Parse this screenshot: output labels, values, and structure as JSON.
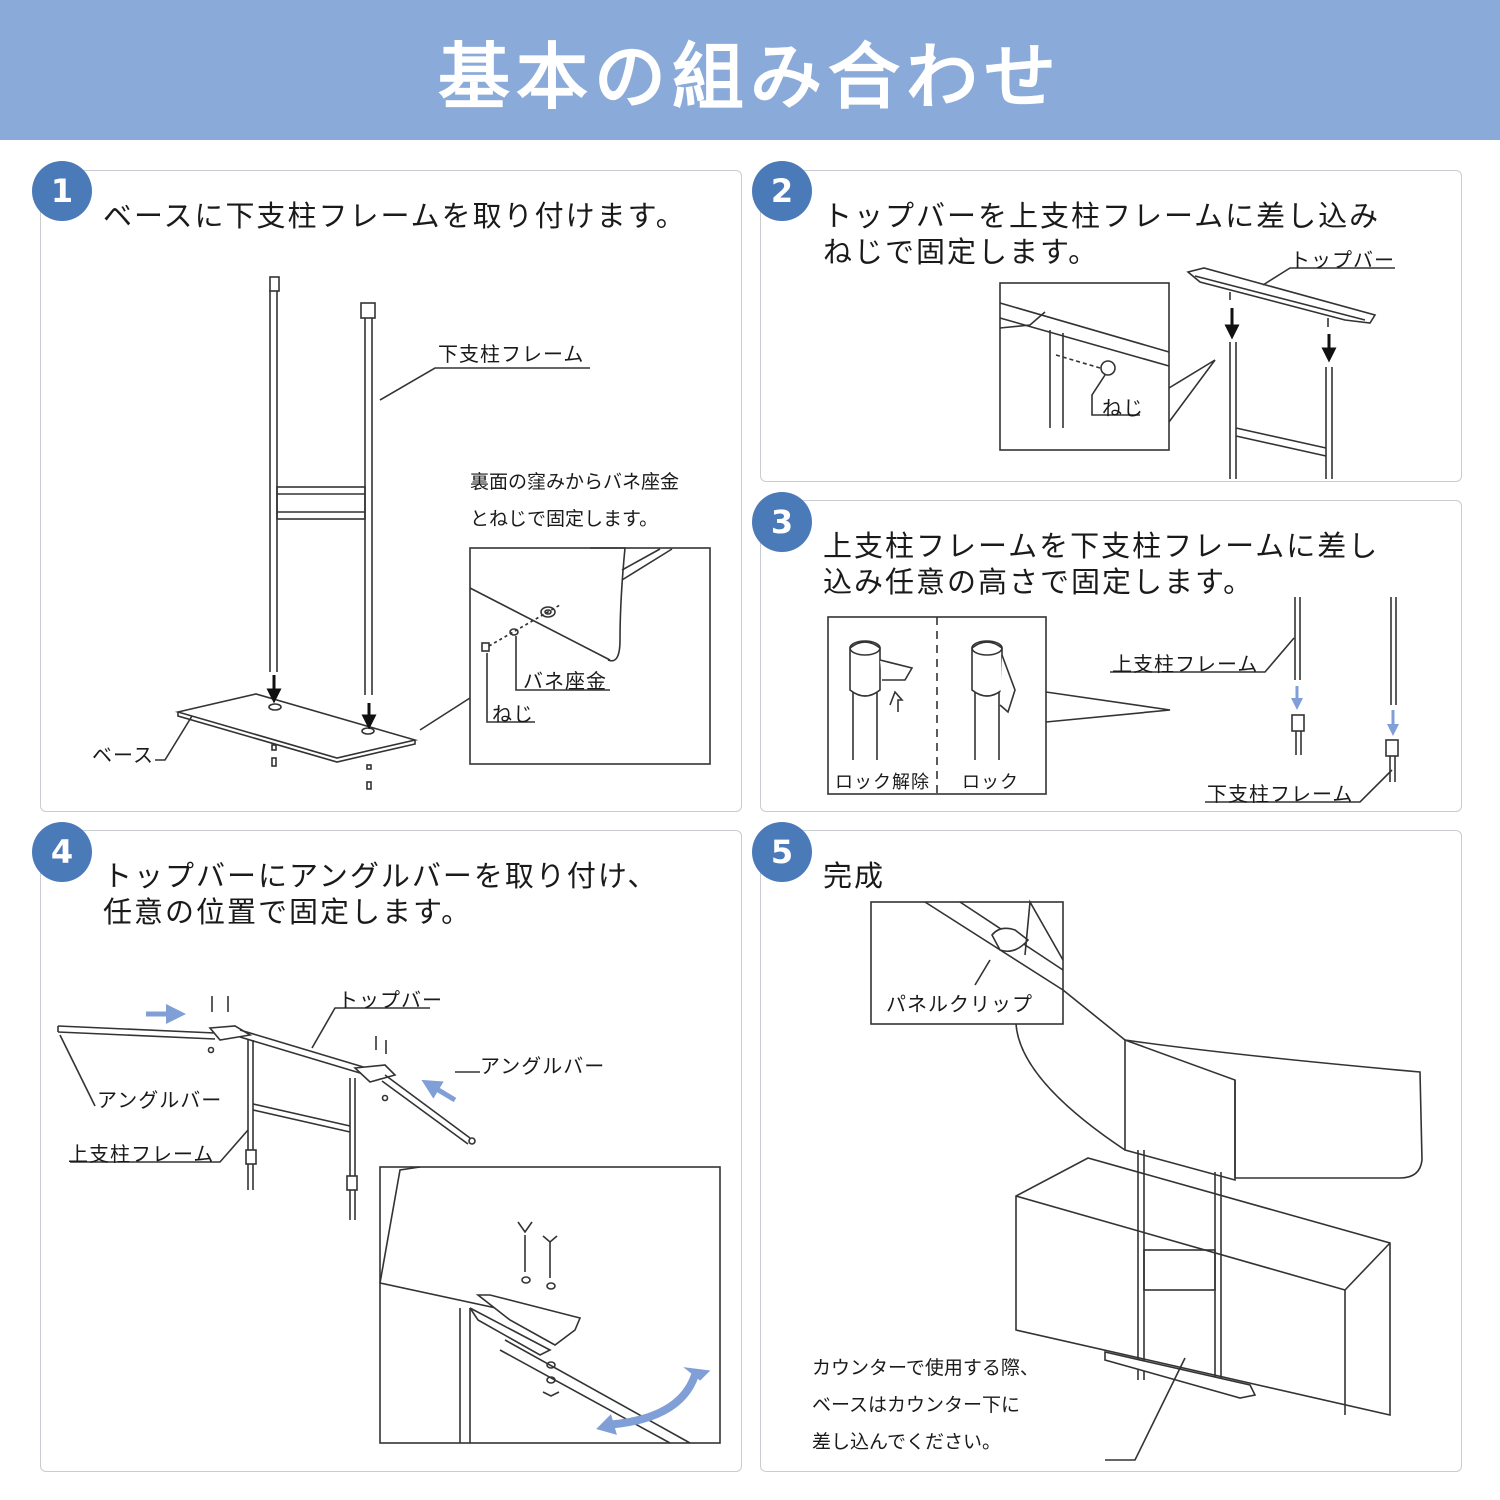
{
  "header": {
    "title": "基本の組み合わせ"
  },
  "colors": {
    "header_bg": "#8aaad9",
    "badge": "#4a7ab8",
    "arrow_blue": "#7f9fd6"
  },
  "steps": [
    {
      "number": "1",
      "title_lines": [
        "ベースに下支柱フレームを取り付けます。"
      ],
      "labels": {
        "frame": "下支柱フレーム",
        "base": "ベース",
        "washer": "バネ座金",
        "screw": "ねじ"
      },
      "note_lines": [
        "裏面の窪みからバネ座金",
        "とねじで固定します。"
      ]
    },
    {
      "number": "2",
      "title_lines": [
        "トップバーを上支柱フレームに差し込み",
        "ねじで固定します。"
      ],
      "labels": {
        "topbar": "トップバー",
        "screw": "ねじ"
      }
    },
    {
      "number": "3",
      "title_lines": [
        "上支柱フレームを下支柱フレームに差し",
        "込み任意の高さで固定します。"
      ],
      "labels": {
        "upper": "上支柱フレーム",
        "lower": "下支柱フレーム",
        "unlock": "ロック解除",
        "lock": "ロック"
      }
    },
    {
      "number": "4",
      "title_lines": [
        "トップバーにアングルバーを取り付け、",
        "任意の位置で固定します。"
      ],
      "labels": {
        "topbar": "トップバー",
        "angle_left": "アングルバー",
        "angle_right": "アングルバー",
        "upper": "上支柱フレーム"
      }
    },
    {
      "number": "5",
      "title_lines": [
        "完成"
      ],
      "labels": {
        "clip": "パネルクリップ"
      },
      "note_lines": [
        "カウンターで使用する際、",
        "ベースはカウンター下に",
        "差し込んでください。"
      ]
    }
  ]
}
